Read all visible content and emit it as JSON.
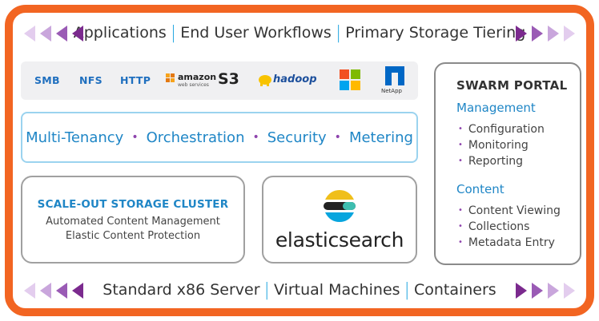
{
  "top_band": {
    "items": [
      "Applications",
      "End User Workflows",
      "Primary Storage Tiering"
    ],
    "separator": "|"
  },
  "protocols": {
    "text_items": [
      "SMB",
      "NFS",
      "HTTP"
    ],
    "logos": {
      "amazon": "amazon",
      "amazon_sub": "web services",
      "s3": "S3",
      "hadoop": "hadoop",
      "netapp": "NetApp"
    }
  },
  "features": {
    "items": [
      "Multi-Tenancy",
      "Orchestration",
      "Security",
      "Metering"
    ],
    "bullet": "•"
  },
  "cluster": {
    "title": "SCALE-OUT STORAGE CLUSTER",
    "lines": [
      "Automated Content Management",
      "Elastic Content Protection"
    ]
  },
  "elasticsearch": {
    "name": "elasticsearch"
  },
  "portal": {
    "title": "SWARM PORTAL",
    "sections": [
      {
        "heading": "Management",
        "items": [
          "Configuration",
          "Monitoring",
          "Reporting"
        ]
      },
      {
        "heading": "Content",
        "items": [
          "Content Viewing",
          "Collections",
          "Metadata Entry"
        ]
      }
    ],
    "bullet": "•"
  },
  "bottom_band": {
    "items": [
      "Standard x86 Server",
      "Virtual Machines",
      "Containers"
    ],
    "separator": "|"
  },
  "colors": {
    "frame": "#f26522",
    "accent_blue": "#1f86c6",
    "arrow_purple": "#7b2a8e",
    "arrow_light": "#c9a6dc"
  },
  "icons": [
    "chevron-left-icon",
    "chevron-right-icon",
    "windows-icon",
    "netapp-icon",
    "hadoop-elephant-icon",
    "elasticsearch-icon"
  ]
}
